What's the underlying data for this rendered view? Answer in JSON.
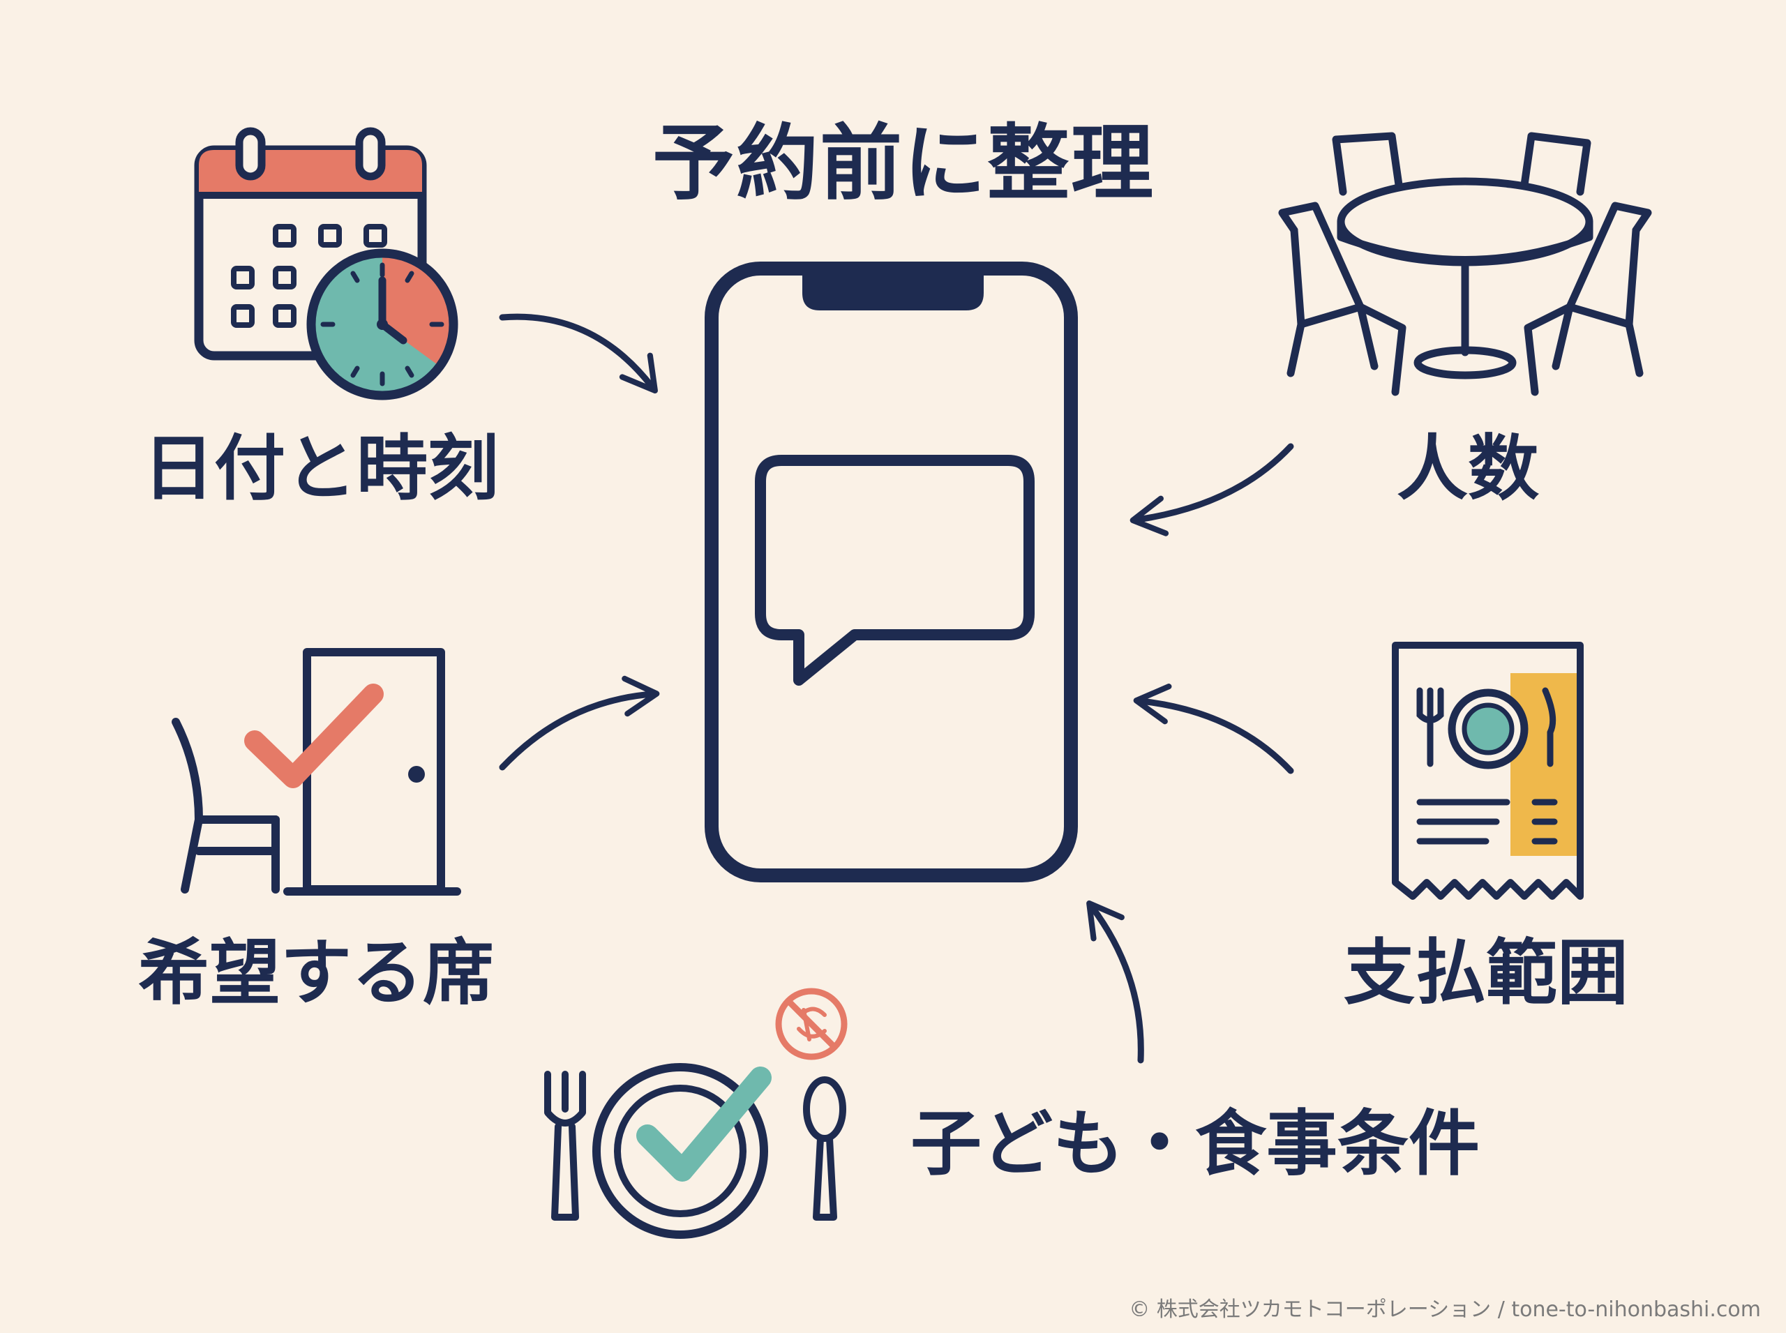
{
  "title": "予約前に整理",
  "labels": {
    "date_time": "日付と時刻",
    "people": "人数",
    "seat": "希望する席",
    "budget": "支払範囲",
    "food": "子ども・食事条件"
  },
  "copyright": "© 株式会社ツカモトコーポレーション / tone-to-nihonbashi.com",
  "icons": {
    "center": "smartphone-chat-icon",
    "date_time": "calendar-clock-icon",
    "people": "table-chairs-icon",
    "seat": "chair-door-check-icon",
    "budget": "menu-receipt-icon",
    "food": "plate-check-no-allergen-icon"
  },
  "colors": {
    "background": "#faf1e6",
    "navy": "#1e2b50",
    "coral": "#e57a67",
    "teal": "#6fb9ad",
    "gold": "#efb84b"
  }
}
